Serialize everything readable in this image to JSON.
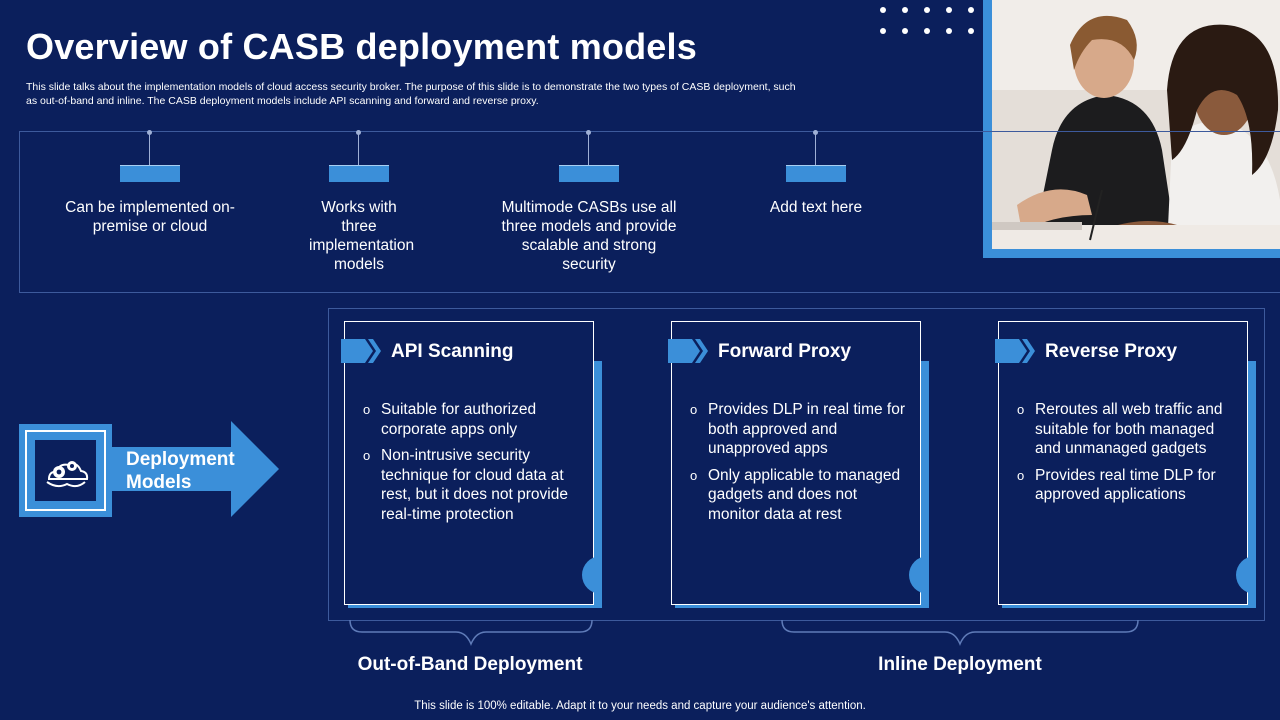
{
  "slide": {
    "title": "Overview of CASB deployment models",
    "description": "This slide talks about the implementation models of cloud access security broker. The purpose of this slide is to demonstrate the two types of CASB deployment, such as out-of-band and inline. The CASB deployment models include API scanning and forward and reverse proxy.",
    "footer": "This slide is 100% editable. Adapt it to your needs and capture your audience's attention."
  },
  "features": [
    {
      "text": "Can be implemented on-premise or cloud"
    },
    {
      "text": "Works with three implementation models"
    },
    {
      "text": "Multimode CASBs use all three models and provide scalable and strong security"
    },
    {
      "text": "Add text here"
    }
  ],
  "deployment": {
    "label": "Deployment Models",
    "icon": "cloud-gears-icon"
  },
  "models": [
    {
      "title": "API Scanning",
      "points": [
        "Suitable for authorized corporate apps only",
        "Non-intrusive security technique for cloud data at rest, but it does not provide real-time protection"
      ]
    },
    {
      "title": "Forward Proxy",
      "points": [
        "Provides DLP in real time for both approved and unapproved apps",
        "Only applicable to managed gadgets and does not monitor data at rest"
      ]
    },
    {
      "title": "Reverse Proxy",
      "points": [
        "Reroutes all web traffic and suitable for both managed and unmanaged gadgets",
        "Provides real time DLP for approved applications"
      ]
    }
  ],
  "groups": {
    "out_of_band": "Out-of-Band Deployment",
    "inline": "Inline Deployment"
  },
  "colors": {
    "background": "#0b1f5c",
    "accent": "#3b8fd9",
    "text": "#ffffff"
  }
}
